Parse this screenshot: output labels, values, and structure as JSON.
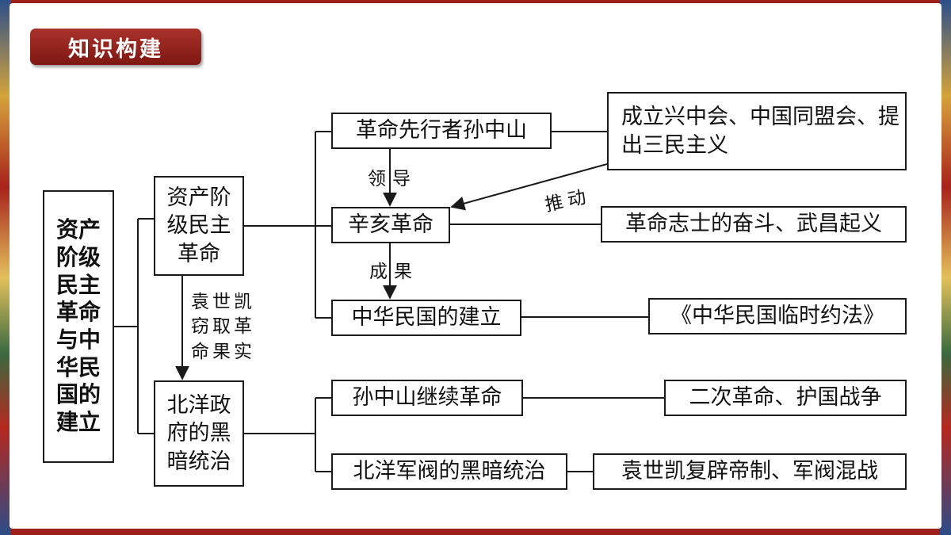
{
  "header": {
    "title": "知识构建"
  },
  "diagram": {
    "root": "资产阶级民主革命与中华民国的建立",
    "branches": {
      "bourgeois_revolution": "资产阶级民主革命",
      "beiyang_rule": "北洋政府的黑暗统治"
    },
    "nodes": {
      "sun_yatsen": "革命先行者孙中山",
      "xinhai": "辛亥革命",
      "roc_founding": "中华民国的建立",
      "sun_continues": "孙中山继续革命",
      "warlord_rule": "北洋军阀的黑暗统治"
    },
    "details": {
      "founding": "成立兴中会、中国同盟会、提出三民主义",
      "martyrs": "革命志士的奋斗、武昌起义",
      "constitution": "《中华民国临时约法》",
      "second_revolution": "二次革命、护国战争",
      "restoration": "袁世凯复辟帝制、军阀混战"
    },
    "edge_labels": {
      "lead": "领导",
      "result": "成果",
      "push": "推动",
      "yuan": "袁世凯窃取革命果实"
    }
  },
  "colors": {
    "frame": "#9c1f1a",
    "badge": "#8e1f18",
    "line": "#1a1a1a"
  }
}
